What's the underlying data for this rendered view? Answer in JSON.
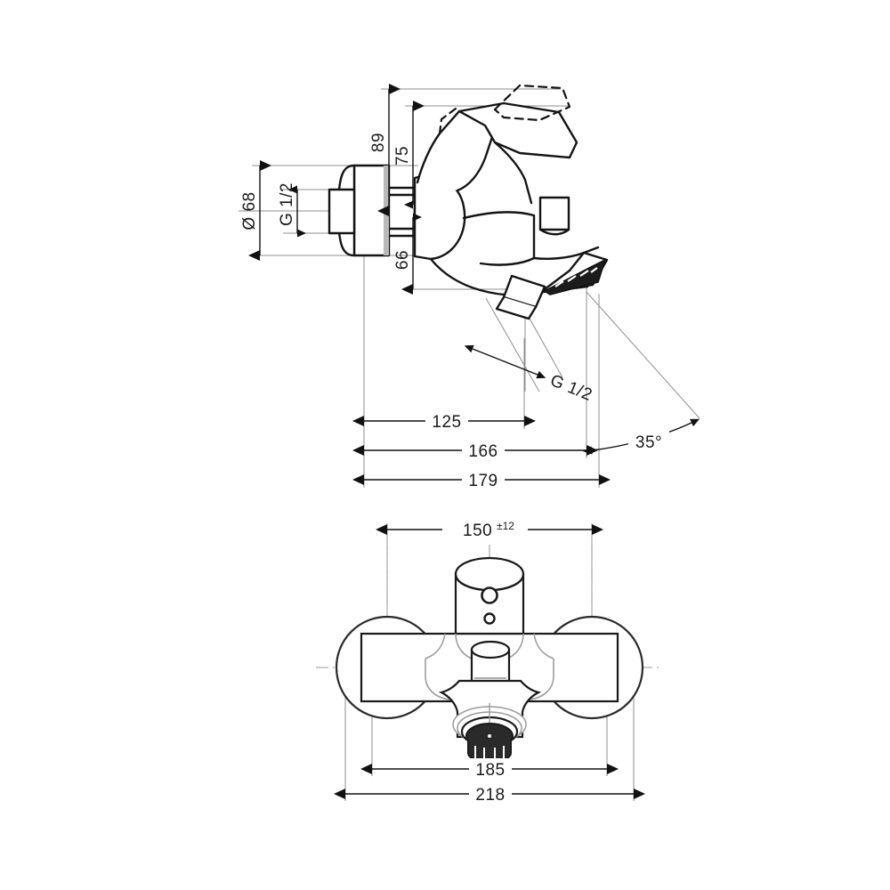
{
  "document": {
    "type": "technical-dimension-drawing",
    "subject": "wall-mounted single-lever bath/shower mixer",
    "background_color": "#ffffff",
    "line_color": "#1a1a1a",
    "thin_line_color": "#8c8c8c",
    "views": [
      "side-elevation",
      "front-elevation"
    ]
  },
  "side_view": {
    "name": "side-elevation",
    "dimensions": {
      "diameter_escutcheon": "Ø 68",
      "inlet_thread": "G 1/2",
      "outlet_thread": "G 1/2",
      "height_to_lever_top": "89",
      "height_to_body_top": "75",
      "height_to_outlet": "66",
      "projection_to_handle_pivot": "125",
      "projection_to_spout_end": "166",
      "projection_overall": "179",
      "spout_angle": "35°"
    }
  },
  "front_view": {
    "name": "front-elevation",
    "dimensions": {
      "inlet_centers": "150",
      "inlet_centers_tolerance": "±12",
      "escutcheon_centers": "185",
      "overall_width": "218"
    }
  },
  "labels": {
    "d68": "Ø 68",
    "g12_inlet": "G 1/2",
    "g12_outlet": "G 1/2",
    "h89": "89",
    "h75": "75",
    "h66": "66",
    "w125": "125",
    "w166": "166",
    "w179": "179",
    "angle35": "35°",
    "w150": "150",
    "w150_tol": "±12",
    "w185": "185",
    "w218": "218"
  }
}
